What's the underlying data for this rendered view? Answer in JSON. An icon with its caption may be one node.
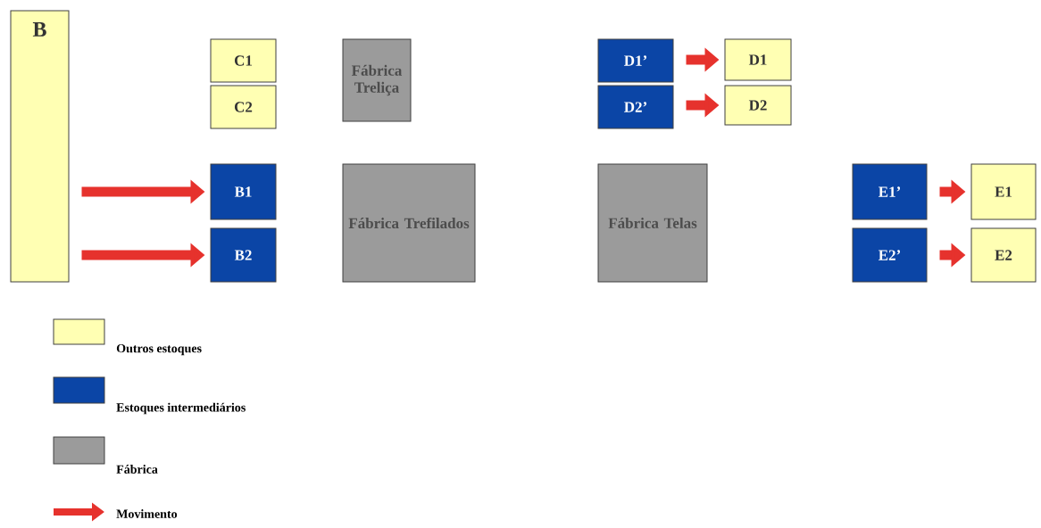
{
  "diagram": {
    "nodes": [
      {
        "text": [
          "B"
        ]
      },
      {
        "text": [
          "C1"
        ]
      },
      {
        "text": [
          "C2"
        ]
      },
      {
        "text": [
          "Fábrica Treliça"
        ]
      },
      {
        "text": [
          "D1’"
        ]
      },
      {
        "text": [
          "D1"
        ]
      },
      {
        "text": [
          "D2’"
        ]
      },
      {
        "text": [
          "D2"
        ]
      },
      {
        "text": [
          "B1"
        ]
      },
      {
        "text": [
          "Fábrica Trefilados"
        ]
      },
      {
        "text": [
          "Fábrica Telas"
        ]
      },
      {
        "text": [
          "E1’"
        ]
      },
      {
        "text": [
          "E1"
        ]
      },
      {
        "text": [
          "B2"
        ]
      },
      {
        "text": [
          "E2’"
        ]
      },
      {
        "text": [
          "E2"
        ]
      }
    ],
    "edges": [
      {
        "from": 0,
        "to": 8,
        "arrow": "to"
      },
      {
        "from": 0,
        "to": 13,
        "arrow": "to"
      },
      {
        "from": 4,
        "to": 5,
        "arrow": "to"
      },
      {
        "from": 6,
        "to": 7,
        "arrow": "to"
      },
      {
        "from": 11,
        "to": 12,
        "arrow": "to"
      },
      {
        "from": 14,
        "to": 15,
        "arrow": "to"
      }
    ],
    "legend": [
      {
        "text": "Outros estoques",
        "color": "#ffffb3"
      },
      {
        "text": "Estoques intermediários",
        "color": "#0b45a6"
      },
      {
        "text": "Fábrica",
        "color": "#9b9b9b"
      },
      {
        "text": "Movimento"
      }
    ]
  }
}
